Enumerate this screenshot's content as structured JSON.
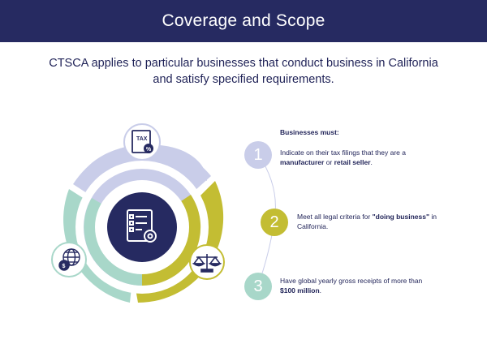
{
  "header": {
    "title": "Coverage and Scope"
  },
  "intro": {
    "text": "CTSCA applies to particular businesses that conduct business in California and satisfy specified requirements."
  },
  "diagram": {
    "colors": {
      "lavender": "#c9cde9",
      "olive": "#c3bd33",
      "mint": "#a8d7c9",
      "navy": "#262a61",
      "white": "#ffffff"
    },
    "icons": [
      "tax-form-icon",
      "scales-icon",
      "globe-money-icon",
      "checklist-gear-icon"
    ],
    "tax_label": "TAX"
  },
  "requirements": {
    "heading": "Businesses must:",
    "items": [
      {
        "number": "1",
        "color": "#c9cde9",
        "pre": "Indicate on their tax filings that they are a ",
        "bold1": "manufacturer",
        "mid": " or ",
        "bold2": "retail seller",
        "post": "."
      },
      {
        "number": "2",
        "color": "#c3bd33",
        "pre": "Meet all legal criteria for ",
        "bold1": "\"doing business\"",
        "mid": "",
        "bold2": "",
        "post": " in California."
      },
      {
        "number": "3",
        "color": "#a8d7c9",
        "pre": "Have global yearly gross receipts of more than ",
        "bold1": "$100 million",
        "mid": "",
        "bold2": "",
        "post": "."
      }
    ]
  }
}
